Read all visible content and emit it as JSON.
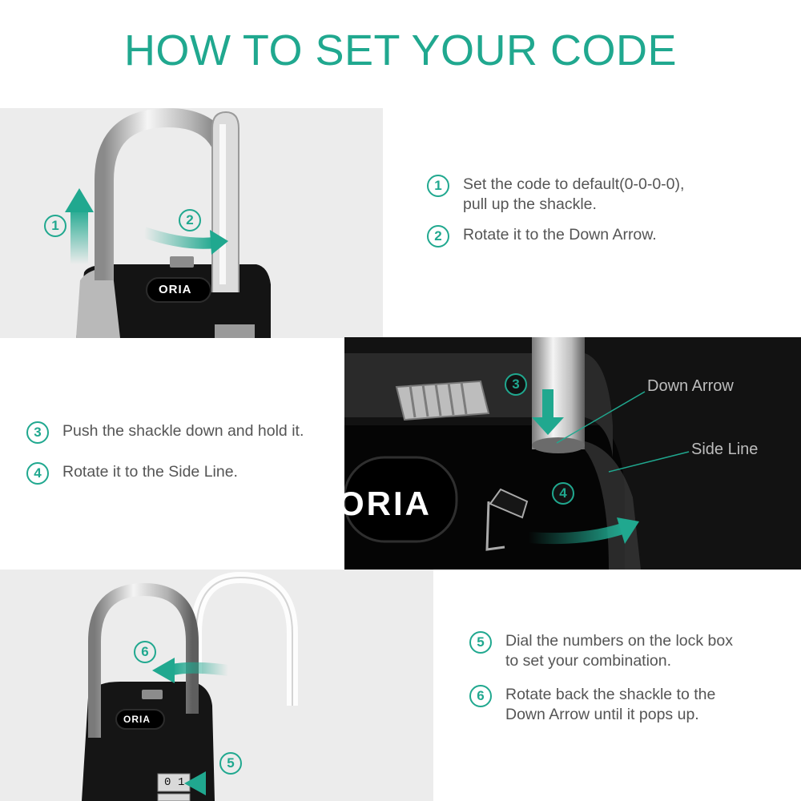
{
  "title": "HOW TO SET YOUR CODE",
  "brand": "ORIA",
  "accent_color": "#20a88f",
  "steps": [
    {
      "num": "1",
      "lines": [
        "Set the code to default(0-0-0-0),",
        "pull up the shackle."
      ]
    },
    {
      "num": "2",
      "lines": [
        "Rotate it to the Down Arrow."
      ]
    },
    {
      "num": "3",
      "lines": [
        "Push the shackle down and hold it."
      ]
    },
    {
      "num": "4",
      "lines": [
        "Rotate it to the Side Line."
      ]
    },
    {
      "num": "5",
      "lines": [
        "Dial the numbers on the lock box",
        "to set your combination."
      ]
    },
    {
      "num": "6",
      "lines": [
        "Rotate back the shackle to the",
        "Down Arrow until it pops up."
      ]
    }
  ],
  "callouts": {
    "down_arrow": "Down Arrow",
    "side_line": "Side Line"
  },
  "dial_digits": [
    "0",
    "1"
  ]
}
